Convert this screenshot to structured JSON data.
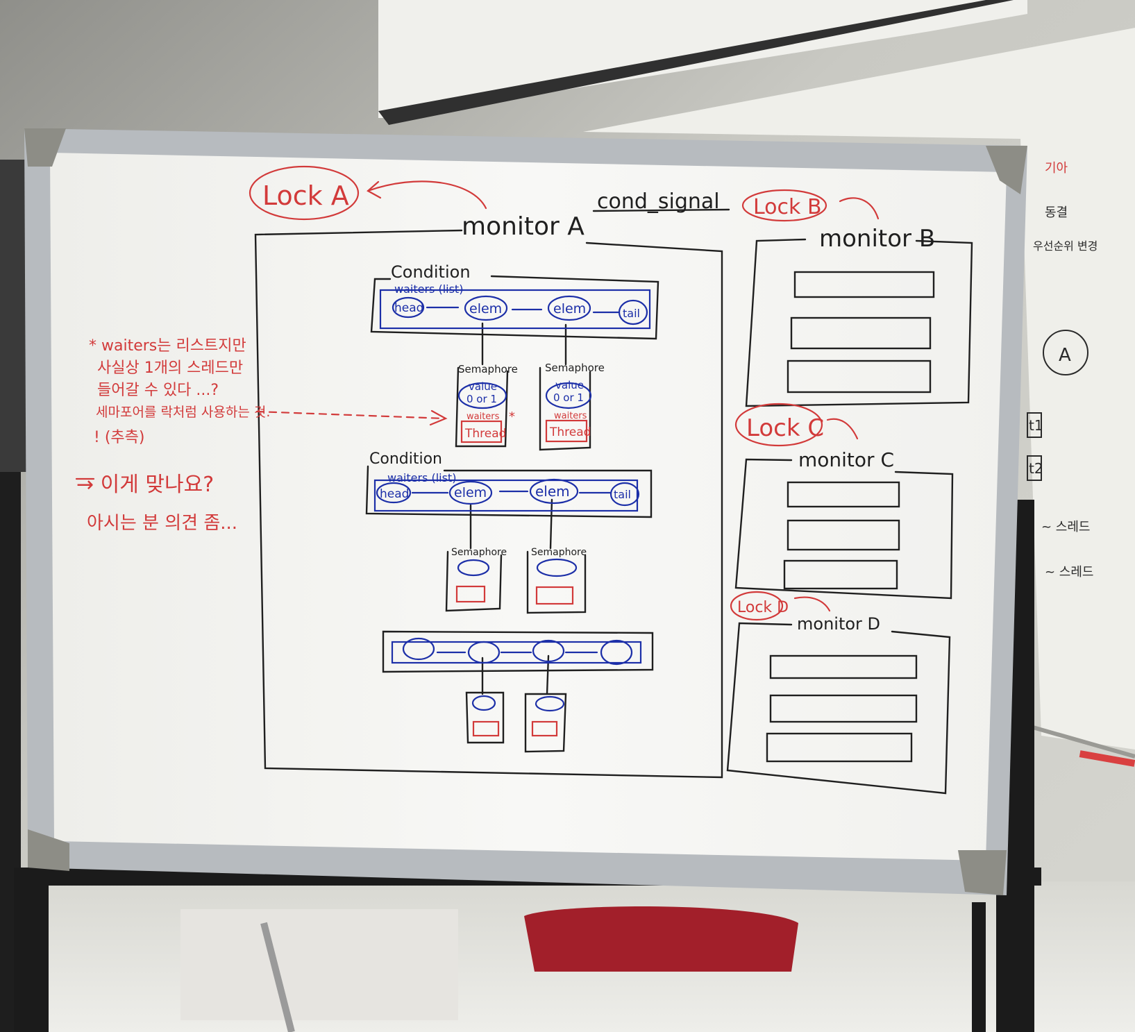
{
  "colors": {
    "ink_black": "#1f1f1f",
    "ink_blue": "#1c2fa8",
    "ink_red": "#d23a3a",
    "board": "#f3f3f0",
    "frame": "#b8bcc0",
    "wall": "#d9d9d3"
  },
  "board": {
    "lock_a": "Lock A",
    "cond_signal": "cond_signal",
    "lock_b": "Lock B",
    "lock_c": "Lock C",
    "lock_d": "Lock D",
    "monitor_a": "monitor A",
    "monitor_b": "monitor B",
    "monitor_c": "monitor C",
    "monitor_d": "monitor D",
    "condition_1": "Condition",
    "condition_2": "Condition",
    "waiters_1": "waiters (list)",
    "waiters_2": "waiters (list)",
    "head": "head",
    "elem": "elem",
    "tail": "tail",
    "semaphore": "Semaphore",
    "value": "value",
    "value_0or1": "0 or 1",
    "sem_waiters": "waiters",
    "thread": "Thread",
    "star_mark": "*"
  },
  "red_note": {
    "line1": "* waiters는 리스트지만",
    "line2": "사실상 1개의 스레드만",
    "line3": "들어갈 수 있다 ...?",
    "line4": "세마포어를 락처럼 사용하는 것.",
    "line5": "! (추측)",
    "line6": "→ 이게 맞나요?",
    "line7": "아시는 분 의견 좀..."
  },
  "right_board": {
    "t1": "기아",
    "t2": "동결",
    "t3": "우선순위 변경",
    "t4": "A",
    "t5": "t1",
    "t6": "t2",
    "t7": "~ 스레드",
    "t8": "~ 스레드"
  }
}
